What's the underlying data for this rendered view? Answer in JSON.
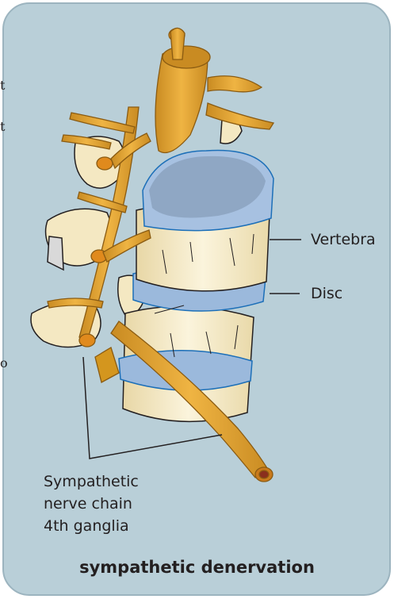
{
  "labels": {
    "vertebra": "Vertebra",
    "disc": "Disc",
    "nerve_chain_line1": "Sympathetic",
    "nerve_chain_line2": "nerve chain",
    "nerve_chain_line3": "4th ganglia"
  },
  "caption": "sympathetic denervation",
  "edge_text": {
    "top": "t",
    "mid": "t",
    "bottom": "o"
  },
  "colors": {
    "background": "#b9cfd8",
    "nerve": "#e8a937",
    "nerve_dark": "#b57b1c",
    "bone": "#f6ecc8",
    "disc": "#9bb9dc",
    "disc_edge": "#1c6fb8",
    "text": "#231f20"
  }
}
